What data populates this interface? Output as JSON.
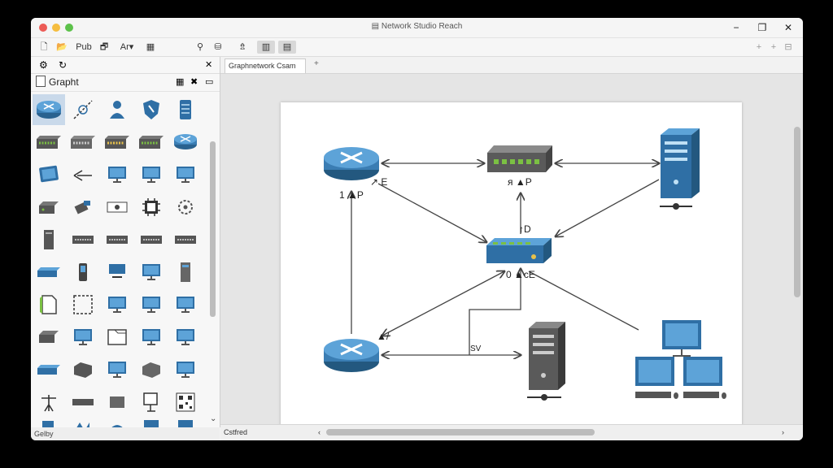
{
  "window": {
    "title": "▤ Network Studio  Reach",
    "controls": {
      "minimize": "−",
      "maximize": "❐",
      "close": "✕"
    }
  },
  "toolbar": {
    "items": [
      "🗋",
      "📂",
      "Pub",
      "🗗",
      "Ar▾",
      "▦",
      "⚲",
      "⛁",
      "⇯",
      "▥",
      "▤"
    ],
    "right": [
      "+",
      "+",
      "⊟"
    ]
  },
  "left_panel": {
    "tab_icons": [
      "⚙",
      "↻"
    ],
    "close": "✕",
    "header_label": "Grapht",
    "header_icons": [
      "▦",
      "✖",
      "▭"
    ],
    "status": "Gelby",
    "scroll_down": "⌄"
  },
  "document": {
    "tab_label": "Graphnetwork Csam",
    "tab_add": "+",
    "status_text": "Cstfred",
    "scroll_left": "‹",
    "scroll_right": "›"
  },
  "diagram": {
    "labels": {
      "router_top": "1 ▲P",
      "router_top_arrow": "↗ E",
      "switch_top": "ᴙ ▲P",
      "hub_up": "↑D",
      "hub_center": "0 ▲cE",
      "router_bottom": "▲/",
      "link_mid": "SV"
    }
  },
  "colors": {
    "device_blue": "#2f6fa5",
    "device_blue_light": "#5da3d8",
    "server_gray": "#555"
  }
}
